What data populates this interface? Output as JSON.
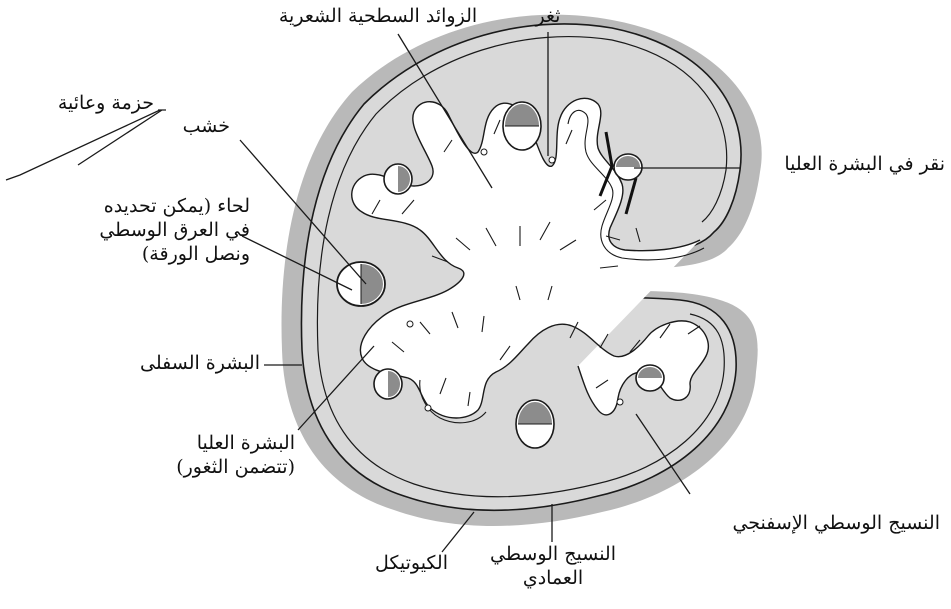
{
  "labels": {
    "surface_hairs": "الزوائد السطحية الشعرية",
    "stoma": "ثغر",
    "vascular_bundle": "حزمة وعائية",
    "xylem": "خشب",
    "pit_upper_epidermis": "نقر في البشرة العليا",
    "phloem_1": "لحاء (يمكن تحديده",
    "phloem_2": "في العرق الوسطي",
    "phloem_3": "ونصل الورقة)",
    "lower_epidermis": "البشرة السفلى",
    "upper_epidermis_1": "البشرة العليا",
    "upper_epidermis_2": "(تتضمن الثغور)",
    "spongy_mesophyll": "النسيج الوسطي الإسفنجي",
    "cuticle": "الكيوتيكل",
    "palisade_1": "النسيج الوسطي",
    "palisade_2": "العمادي"
  },
  "colors": {
    "cuticle": "#b9b9b9",
    "tissue": "#d9d9d9",
    "line": "#1a1a1a",
    "xylem": "#8c8c8c"
  }
}
